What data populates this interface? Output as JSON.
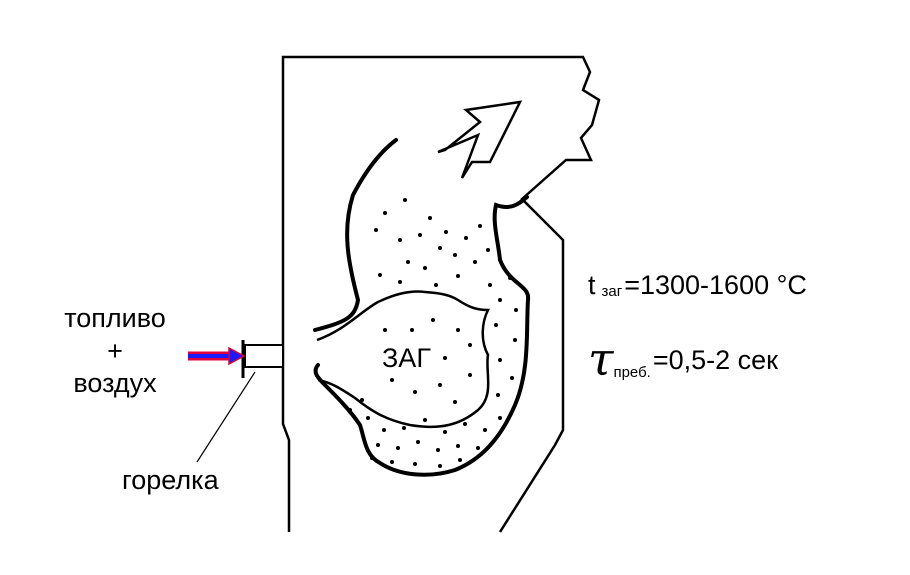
{
  "fuel_input": {
    "line1": "топливо",
    "line2": "+",
    "line3": "воздух"
  },
  "burner": {
    "label": "горелка"
  },
  "flame_zone": {
    "label": "ЗАГ"
  },
  "temperature": {
    "symbol": "t",
    "subscript": "заг",
    "value": "=1300-1600 °C"
  },
  "residence_time": {
    "symbol": "τ",
    "subscript": "преб.",
    "value": "=0,5-2 сек"
  },
  "colors": {
    "arrow_fill": "#1a1aff",
    "arrow_outline": "#e0003c",
    "lines": "#000000"
  }
}
